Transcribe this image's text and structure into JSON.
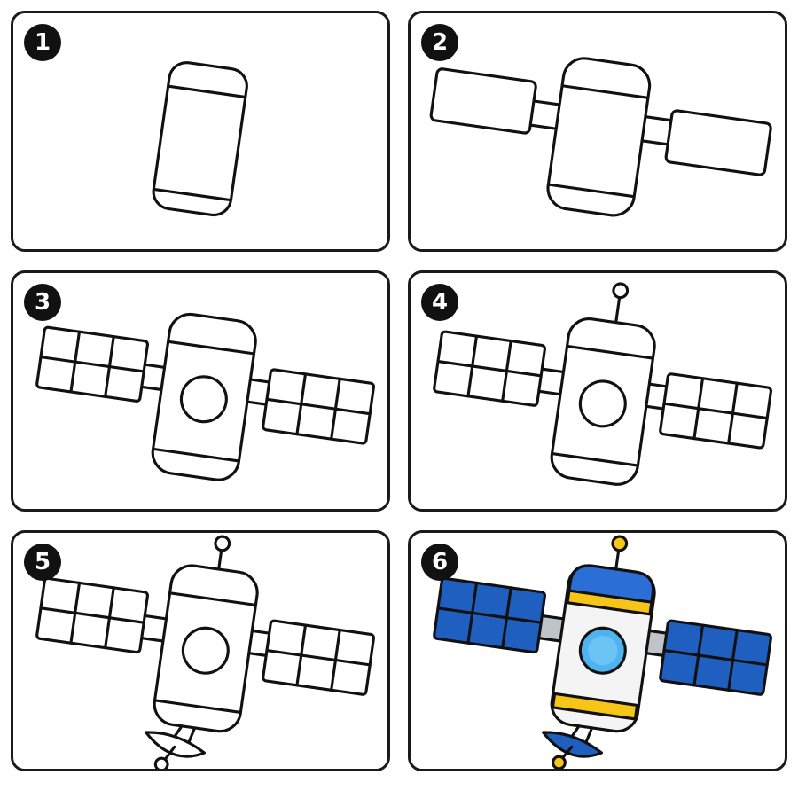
{
  "steps": [
    {
      "number": "1"
    },
    {
      "number": "2"
    },
    {
      "number": "3"
    },
    {
      "number": "4"
    },
    {
      "number": "5"
    },
    {
      "number": "6"
    }
  ],
  "colors": {
    "outline": "#111111",
    "panel_blue": "#1f5fbf",
    "dome_blue": "#2b6fd6",
    "gold": "#f5c518",
    "window_blue": "#4fb3f0",
    "body_white": "#f4f4f4",
    "connector_gray": "#bfc4c9"
  }
}
